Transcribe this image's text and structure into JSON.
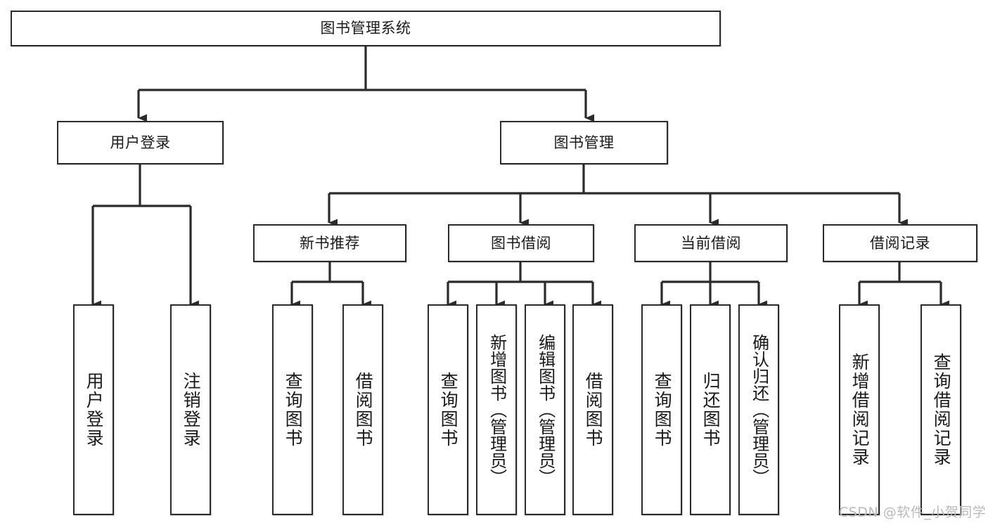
{
  "diagram": {
    "type": "hierarchy-tree",
    "title": "图书管理系统",
    "root": {
      "id": "root",
      "label": "图书管理系统",
      "orientation": "horizontal"
    },
    "level2": [
      {
        "id": "user-login",
        "label": "用户登录",
        "orientation": "horizontal"
      },
      {
        "id": "book-manage",
        "label": "图书管理",
        "orientation": "horizontal"
      }
    ],
    "level3": [
      {
        "id": "new-book-recommend",
        "label": "新书推荐",
        "orientation": "horizontal",
        "parent": "book-manage"
      },
      {
        "id": "book-borrow",
        "label": "图书借阅",
        "orientation": "horizontal",
        "parent": "book-manage"
      },
      {
        "id": "current-borrow",
        "label": "当前借阅",
        "orientation": "horizontal",
        "parent": "book-manage"
      },
      {
        "id": "borrow-record",
        "label": "借阅记录",
        "orientation": "horizontal",
        "parent": "book-manage"
      }
    ],
    "leaves": [
      {
        "id": "leaf-user-login",
        "label": "用户登录",
        "parent": "user-login"
      },
      {
        "id": "leaf-logout-login",
        "label": "注销登录",
        "parent": "user-login"
      },
      {
        "id": "leaf-query-book-1",
        "label": "查询图书",
        "parent": "new-book-recommend"
      },
      {
        "id": "leaf-borrow-book-1",
        "label": "借阅图书",
        "parent": "new-book-recommend"
      },
      {
        "id": "leaf-query-book-2",
        "label": "查询图书",
        "parent": "book-borrow"
      },
      {
        "id": "leaf-add-book",
        "label": "新增图书（管理员）",
        "parent": "book-borrow"
      },
      {
        "id": "leaf-edit-book",
        "label": "编辑图书（管理员）",
        "parent": "book-borrow"
      },
      {
        "id": "leaf-borrow-book-2",
        "label": "借阅图书",
        "parent": "book-borrow"
      },
      {
        "id": "leaf-query-book-3",
        "label": "查询图书",
        "parent": "current-borrow"
      },
      {
        "id": "leaf-return-book",
        "label": "归还图书",
        "parent": "current-borrow"
      },
      {
        "id": "leaf-confirm-return",
        "label": "确认归还（管理员）",
        "parent": "current-borrow"
      },
      {
        "id": "leaf-add-record",
        "label": "新增借阅记录",
        "parent": "borrow-record"
      },
      {
        "id": "leaf-query-record",
        "label": "查询借阅记录",
        "parent": "borrow-record"
      }
    ],
    "colors": {
      "stroke": "#2b2b2b",
      "fill": "#ffffff",
      "text": "#1a1a1a",
      "watermark": "#b9b9b9"
    }
  },
  "watermark": {
    "text": "CSDN @软件_小贺同学"
  }
}
